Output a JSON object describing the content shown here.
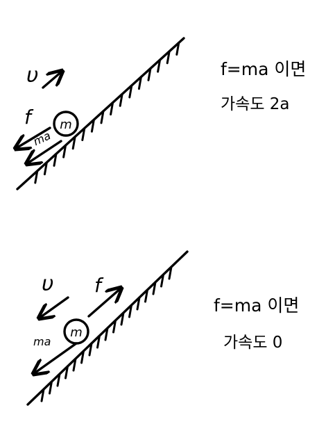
{
  "diagrams": [
    {
      "velocity_label": "υ",
      "friction_label": "f",
      "inertial_label": "ma",
      "mass_label": "m",
      "condition": "f=ma 이면",
      "result": "가속도  2a"
    },
    {
      "velocity_label": "υ",
      "friction_label": "f",
      "inertial_label": "ma",
      "mass_label": "m",
      "condition": "f=ma 이면",
      "result": "가속도  0"
    }
  ]
}
